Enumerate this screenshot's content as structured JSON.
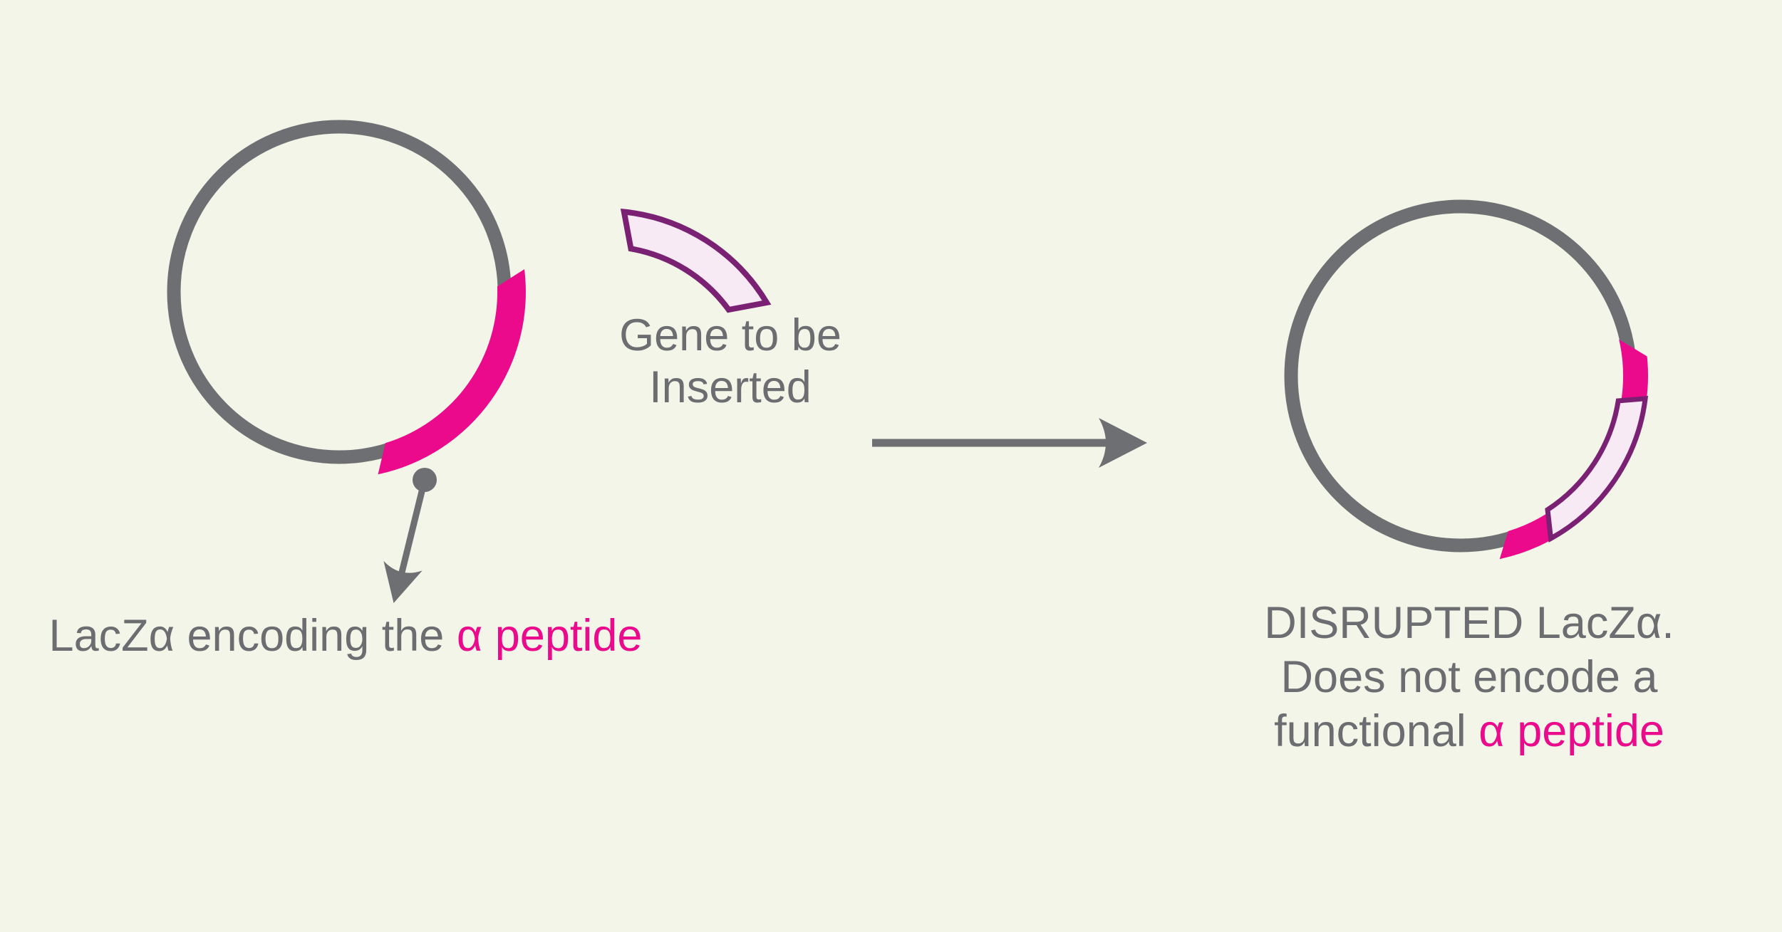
{
  "colors": {
    "background": "#F2F5E7",
    "gray": "#6E6F72",
    "text_gray": "#6C6D70",
    "pink": "#EB0A8C",
    "purple": "#7B2173",
    "light_pink": "#F8EAF5"
  },
  "left_plasmid": {
    "label_gray": "LacZα encoding the ",
    "label_pink": "α peptide"
  },
  "insert_piece": {
    "label_line1": "Gene to be",
    "label_line2": "Inserted"
  },
  "right_plasmid": {
    "label_line1": "DISRUPTED LacZα.",
    "label_line2": "Does not encode a",
    "label_line3_gray": "functional ",
    "label_line3_pink": "α peptide"
  }
}
